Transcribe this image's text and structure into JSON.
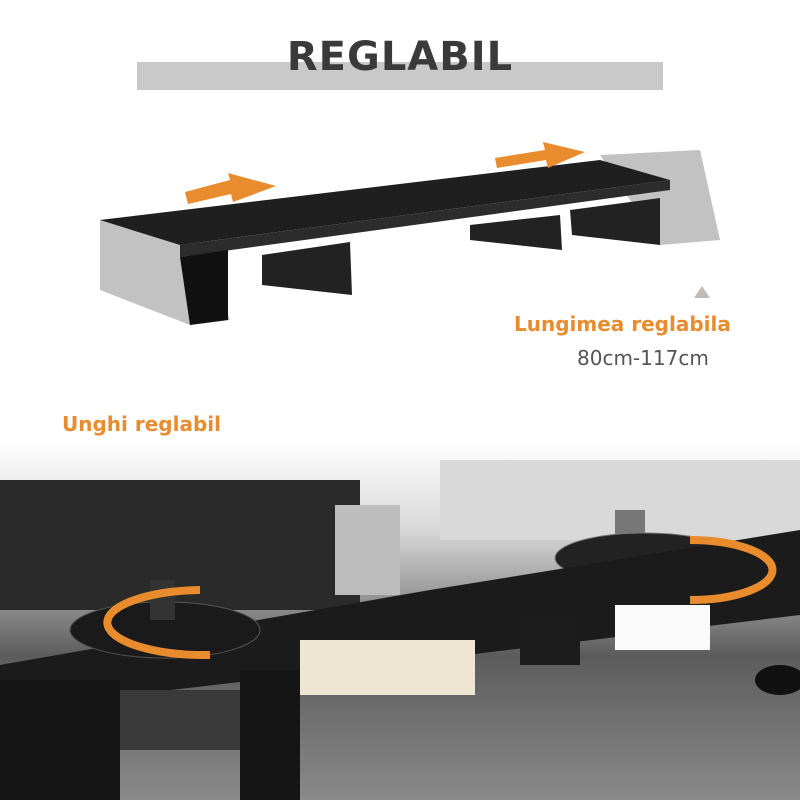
{
  "header": {
    "title": "REGLABIL"
  },
  "features": {
    "length": {
      "label": "Lungimea reglabila",
      "value": "80cm-117cm"
    },
    "angle": {
      "label": "Unghi reglabil"
    }
  },
  "colors": {
    "accent": "#e98c2e",
    "stand": "#1e1e1e",
    "title_bar": "#c9c9c9"
  }
}
